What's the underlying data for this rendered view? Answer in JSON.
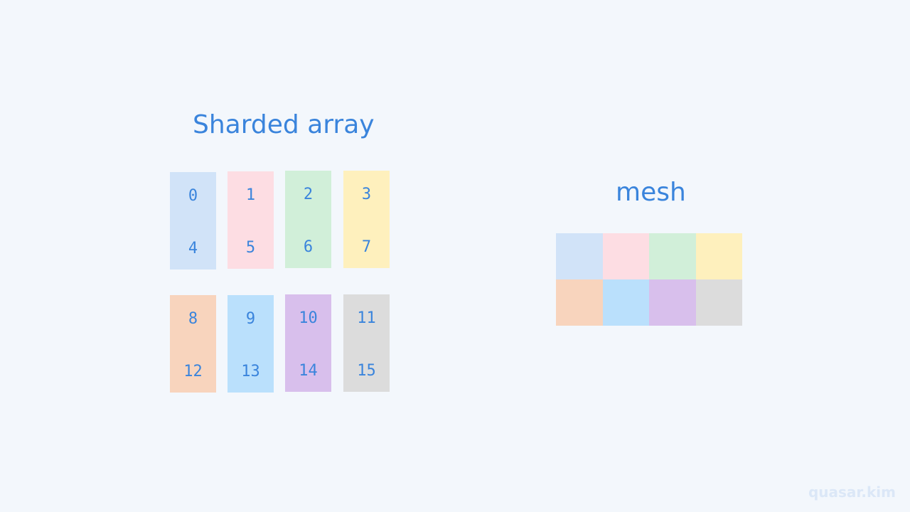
{
  "array": {
    "title": "Sharded array",
    "shards": [
      {
        "top": "0",
        "bottom": "4",
        "color": "#d1e3f8"
      },
      {
        "top": "1",
        "bottom": "5",
        "color": "#fddde3"
      },
      {
        "top": "2",
        "bottom": "6",
        "color": "#d1efd9"
      },
      {
        "top": "3",
        "bottom": "7",
        "color": "#fef0bd"
      },
      {
        "top": "8",
        "bottom": "12",
        "color": "#f8d4bd"
      },
      {
        "top": "9",
        "bottom": "13",
        "color": "#bae0fc"
      },
      {
        "top": "10",
        "bottom": "14",
        "color": "#d8bfec"
      },
      {
        "top": "11",
        "bottom": "15",
        "color": "#dcdcdc"
      }
    ]
  },
  "mesh": {
    "title": "mesh",
    "cells": [
      {
        "color": "#d1e3f8"
      },
      {
        "color": "#fddde3"
      },
      {
        "color": "#d1efd9"
      },
      {
        "color": "#fef0bd"
      },
      {
        "color": "#f8d4bd"
      },
      {
        "color": "#bae0fc"
      },
      {
        "color": "#d8bfec"
      },
      {
        "color": "#dcdcdc"
      }
    ]
  },
  "watermark": "quasar.kim"
}
